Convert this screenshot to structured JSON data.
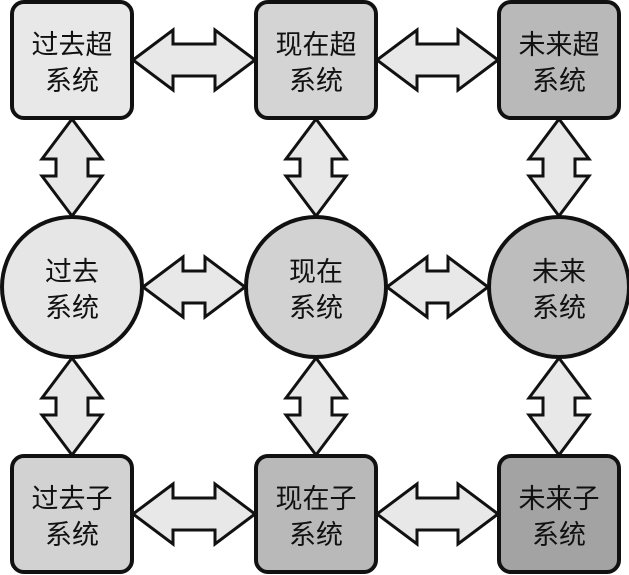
{
  "diagram": {
    "type": "nine-screen system diagram",
    "nodes": [
      {
        "id": "past-super",
        "shape": "rounded-rect",
        "lines": [
          "过去超",
          "系统"
        ],
        "fill": "#e8e8e8"
      },
      {
        "id": "present-super",
        "shape": "rounded-rect",
        "lines": [
          "现在超",
          "系统"
        ],
        "fill": "#d4d4d4"
      },
      {
        "id": "future-super",
        "shape": "rounded-rect",
        "lines": [
          "未来超",
          "系统"
        ],
        "fill": "#b9b9b9"
      },
      {
        "id": "past",
        "shape": "circle",
        "lines": [
          "过去",
          "系统"
        ],
        "fill": "#e6e6e6"
      },
      {
        "id": "present",
        "shape": "circle",
        "lines": [
          "现在",
          "系统"
        ],
        "fill": "#d2d2d2"
      },
      {
        "id": "future",
        "shape": "circle",
        "lines": [
          "未来",
          "系统"
        ],
        "fill": "#bdbdbd"
      },
      {
        "id": "past-sub",
        "shape": "rounded-rect",
        "lines": [
          "过去子",
          "系统"
        ],
        "fill": "#d2d2d2"
      },
      {
        "id": "present-sub",
        "shape": "rounded-rect",
        "lines": [
          "现在子",
          "系统"
        ],
        "fill": "#b9b9b9"
      },
      {
        "id": "future-sub",
        "shape": "rounded-rect",
        "lines": [
          "未来子",
          "系统"
        ],
        "fill": "#a3a3a3"
      }
    ],
    "edges": [
      {
        "from": "past-super",
        "to": "present-super",
        "type": "bidirectional"
      },
      {
        "from": "present-super",
        "to": "future-super",
        "type": "bidirectional"
      },
      {
        "from": "past",
        "to": "present",
        "type": "bidirectional"
      },
      {
        "from": "present",
        "to": "future",
        "type": "bidirectional"
      },
      {
        "from": "past-sub",
        "to": "present-sub",
        "type": "bidirectional"
      },
      {
        "from": "present-sub",
        "to": "future-sub",
        "type": "bidirectional"
      },
      {
        "from": "past-super",
        "to": "past",
        "type": "bidirectional"
      },
      {
        "from": "present-super",
        "to": "present",
        "type": "bidirectional"
      },
      {
        "from": "future-super",
        "to": "future",
        "type": "bidirectional"
      },
      {
        "from": "past",
        "to": "past-sub",
        "type": "bidirectional"
      },
      {
        "from": "present",
        "to": "present-sub",
        "type": "bidirectional"
      },
      {
        "from": "future",
        "to": "future-sub",
        "type": "bidirectional"
      }
    ],
    "arrow_fill": "#e8e8e8",
    "stroke": "#111111"
  }
}
